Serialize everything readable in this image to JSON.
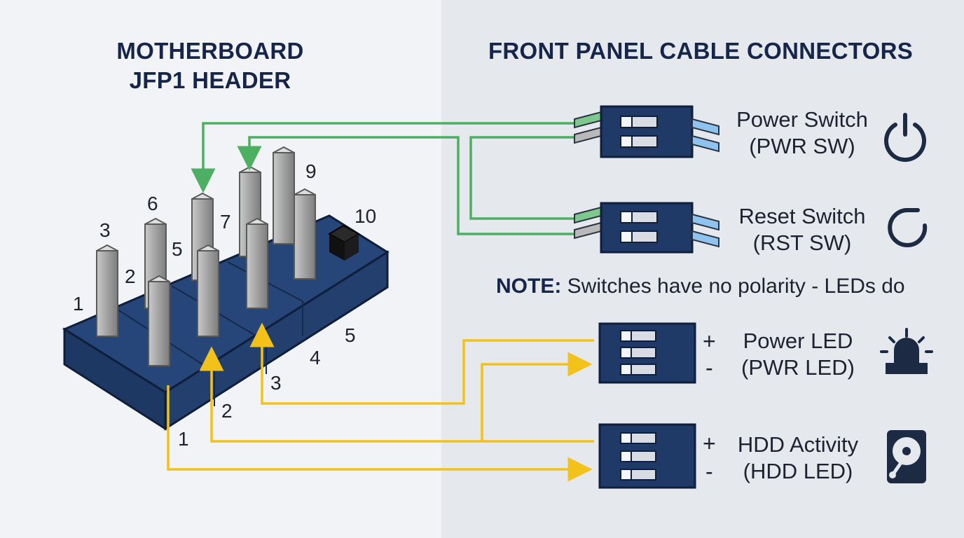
{
  "headings": {
    "left_line1": "MOTHERBOARD",
    "left_line2": "JFP1 HEADER",
    "right": "FRONT PANEL CABLE CONNECTORS"
  },
  "header": {
    "top_row_numbers": [
      "3",
      "6",
      "5",
      "7",
      "9",
      "10"
    ],
    "front_row_numbers": [
      "1",
      "2"
    ],
    "front_face_numbers": [
      "1",
      "2",
      "3",
      "4",
      "5"
    ]
  },
  "connectors": {
    "power_switch": {
      "line1": "Power Switch",
      "line2": "(PWR SW)",
      "icon": "power-icon"
    },
    "reset_switch": {
      "line1": "Reset Switch",
      "line2": "(RST SW)",
      "icon": "restart-icon"
    },
    "power_led": {
      "line1": "Power LED",
      "line2": "(PWR LED)",
      "plus": "+",
      "minus": "-",
      "icon": "alarm-beacon-icon"
    },
    "hdd_led": {
      "line1": "HDD Activity",
      "line2": "(HDD LED)",
      "plus": "+",
      "minus": "-",
      "icon": "hard-drive-icon"
    }
  },
  "note": {
    "label": "NOTE:",
    "text": "Switches have no polarity - LEDs do"
  },
  "colors": {
    "switch_wire": "#4caf62",
    "led_wire": "#f2c21a",
    "header_body": "#1f3a66",
    "pin": "#a9a9a9",
    "connector": "#1f3a66"
  }
}
